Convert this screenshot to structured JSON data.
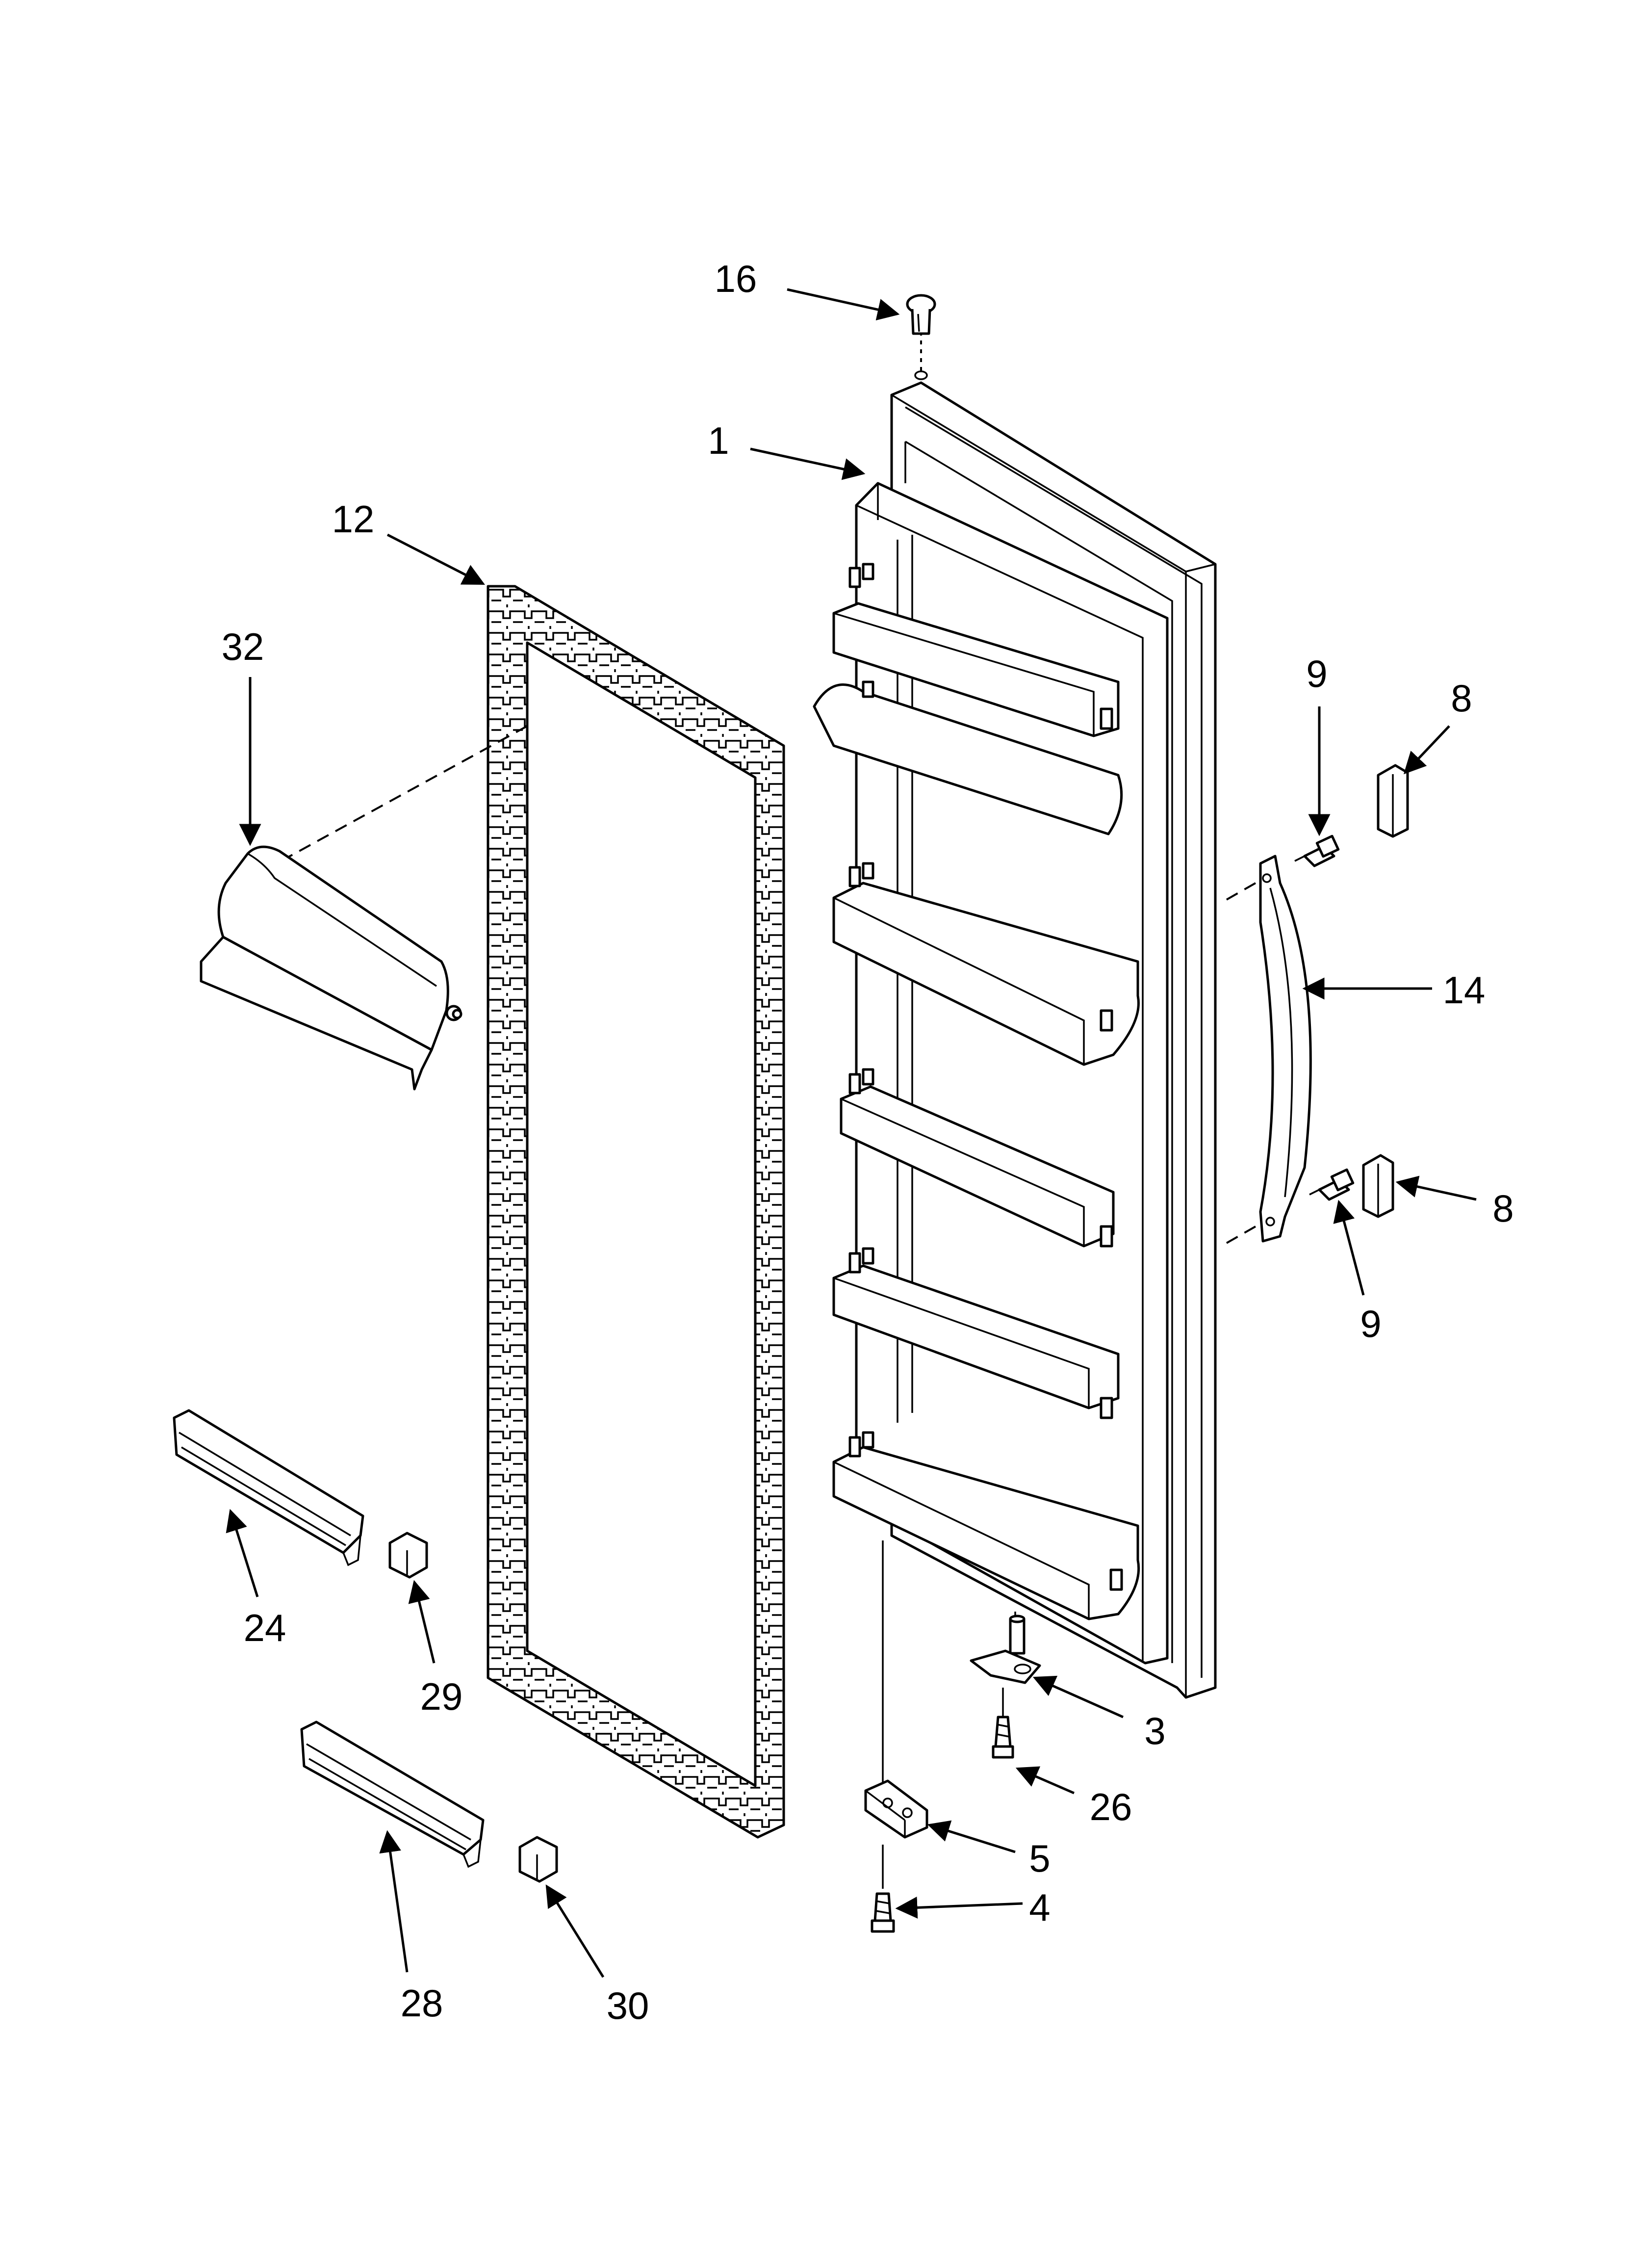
{
  "diagram": {
    "callouts": {
      "c1": "1",
      "c3": "3",
      "c4": "4",
      "c5": "5",
      "c8a": "8",
      "c8b": "8",
      "c9a": "9",
      "c9b": "9",
      "c12": "12",
      "c14": "14",
      "c16": "16",
      "c24": "24",
      "c26": "26",
      "c28": "28",
      "c29": "29",
      "c30": "30",
      "c32": "32"
    },
    "colors": {
      "line": "#000000",
      "background": "#ffffff"
    }
  }
}
